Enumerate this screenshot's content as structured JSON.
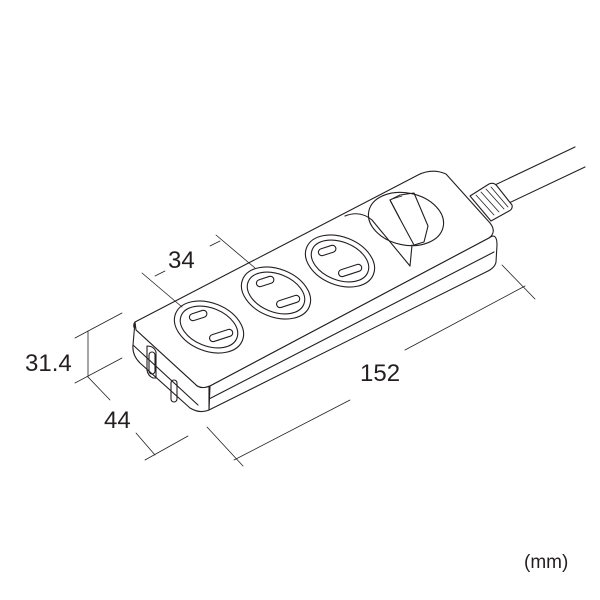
{
  "diagram": {
    "subject": "power strip",
    "outlet_count": 3,
    "has_switch": true,
    "has_cord": true
  },
  "dimensions": {
    "outlet_pitch": "34",
    "height": "31.4",
    "width": "44",
    "length": "152"
  },
  "unit_label": "(mm)"
}
